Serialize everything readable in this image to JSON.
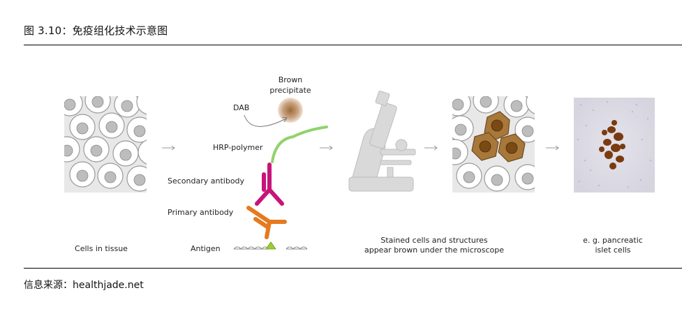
{
  "figure": {
    "title": "图 3.10：免疫组化技术示意图"
  },
  "source": "信息来源：healthjade.net",
  "labels": {
    "brown": "Brown",
    "precipitate": "precipitate",
    "dab": "DAB",
    "hrp_polymer": "HRP-polymer",
    "secondary_antibody": "Secondary antibody",
    "primary_antibody": "Primary antibody",
    "antigen": "Antigen",
    "cells_in_tissue": "Cells in tissue",
    "stained_line1": "Stained cells and structures",
    "stained_line2": "appear brown under the microscope",
    "islet_line1": "e. g. pancreatic",
    "islet_line2": "islet cells"
  },
  "colors": {
    "secondary_antibody": "#c8147a",
    "primary_antibody": "#e57a1e",
    "antigen": "#9acd32",
    "hrp_polymer": "#8fd36a",
    "stained_cell": "#a8773a",
    "stained_nucleus": "#7a4a14",
    "microscope": "#d8d8d8",
    "islet_stain": "#7a3b10"
  }
}
